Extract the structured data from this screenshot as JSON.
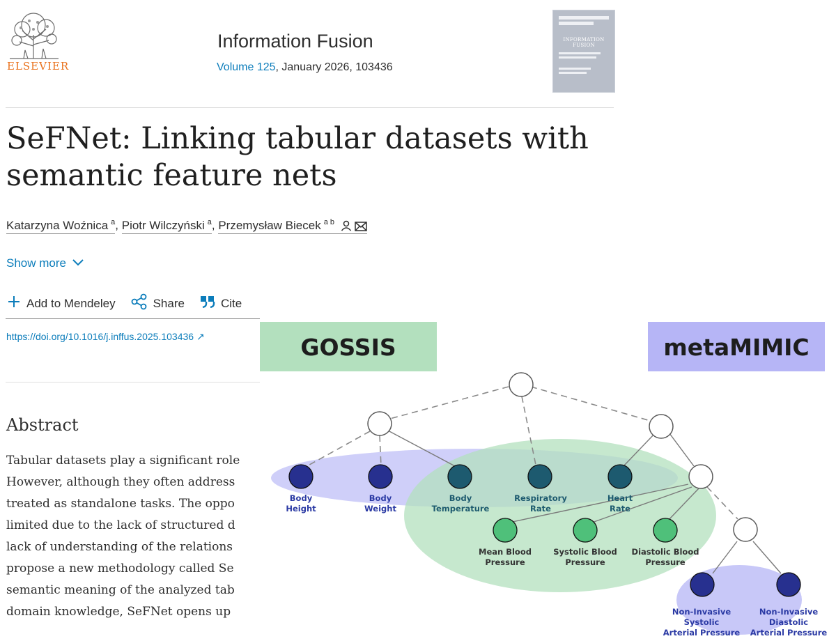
{
  "header": {
    "publisher": "ELSEVIER",
    "journal": "Information Fusion",
    "volume_link": "Volume 125",
    "volume_rest": ", January 2026, 103436",
    "cover_title": "INFORMATION FUSION"
  },
  "article": {
    "title": "SeFNet: Linking tabular datasets with semantic feature nets",
    "authors": [
      {
        "name": "Katarzyna Woźnica",
        "aff": "a"
      },
      {
        "name": "Piotr Wilczyński",
        "aff": "a"
      },
      {
        "name": "Przemysław Biecek",
        "aff": "a b"
      }
    ],
    "show_more": "Show more",
    "actions": {
      "mendeley": "Add to Mendeley",
      "share": "Share",
      "cite": "Cite"
    },
    "doi": "https://doi.org/10.1016/j.inffus.2025.103436",
    "doi_arrow": "↗"
  },
  "abstract": {
    "heading": "Abstract",
    "lines": [
      "Tabular datasets play a significant role",
      "However, although they often address",
      "treated as standalone tasks. The oppo",
      "limited due to the lack of structured d",
      "lack of understanding of the relations",
      "propose a new methodology called Se",
      "semantic meaning of the analyzed tab",
      "domain knowledge, SeFNet opens up"
    ]
  },
  "figure": {
    "gossis_label": "GOSSIS",
    "metamimic_label": "metaMIMIC",
    "nodes_dark_blue": [
      {
        "line1": "Body",
        "line2": "Height"
      },
      {
        "line1": "Body",
        "line2": "Weight"
      }
    ],
    "nodes_teal": [
      {
        "line1": "Body",
        "line2": "Temperature"
      },
      {
        "line1": "Respiratory",
        "line2": "Rate"
      },
      {
        "line1": "Heart",
        "line2": "Rate"
      }
    ],
    "nodes_green": [
      {
        "line1": "Mean Blood",
        "line2": "Pressure"
      },
      {
        "line1": "Systolic Blood",
        "line2": "Pressure"
      },
      {
        "line1": "Diastolic Blood",
        "line2": "Pressure"
      }
    ],
    "nodes_bottom": [
      {
        "line1": "Non-Invasive",
        "line2": "Systolic",
        "line3": "Arterial Pressure"
      },
      {
        "line1": "Non-Invasive",
        "line2": "Diastolic",
        "line3": "Arterial Pressure"
      }
    ],
    "colors": {
      "gossis": "#b3e0be",
      "metamimic": "#b6b5f6",
      "dark_blue_node": "#27308f",
      "teal_node": "#1d5a6f",
      "green_node": "#4fc07a",
      "label_blue": "#2b3aa4"
    }
  }
}
